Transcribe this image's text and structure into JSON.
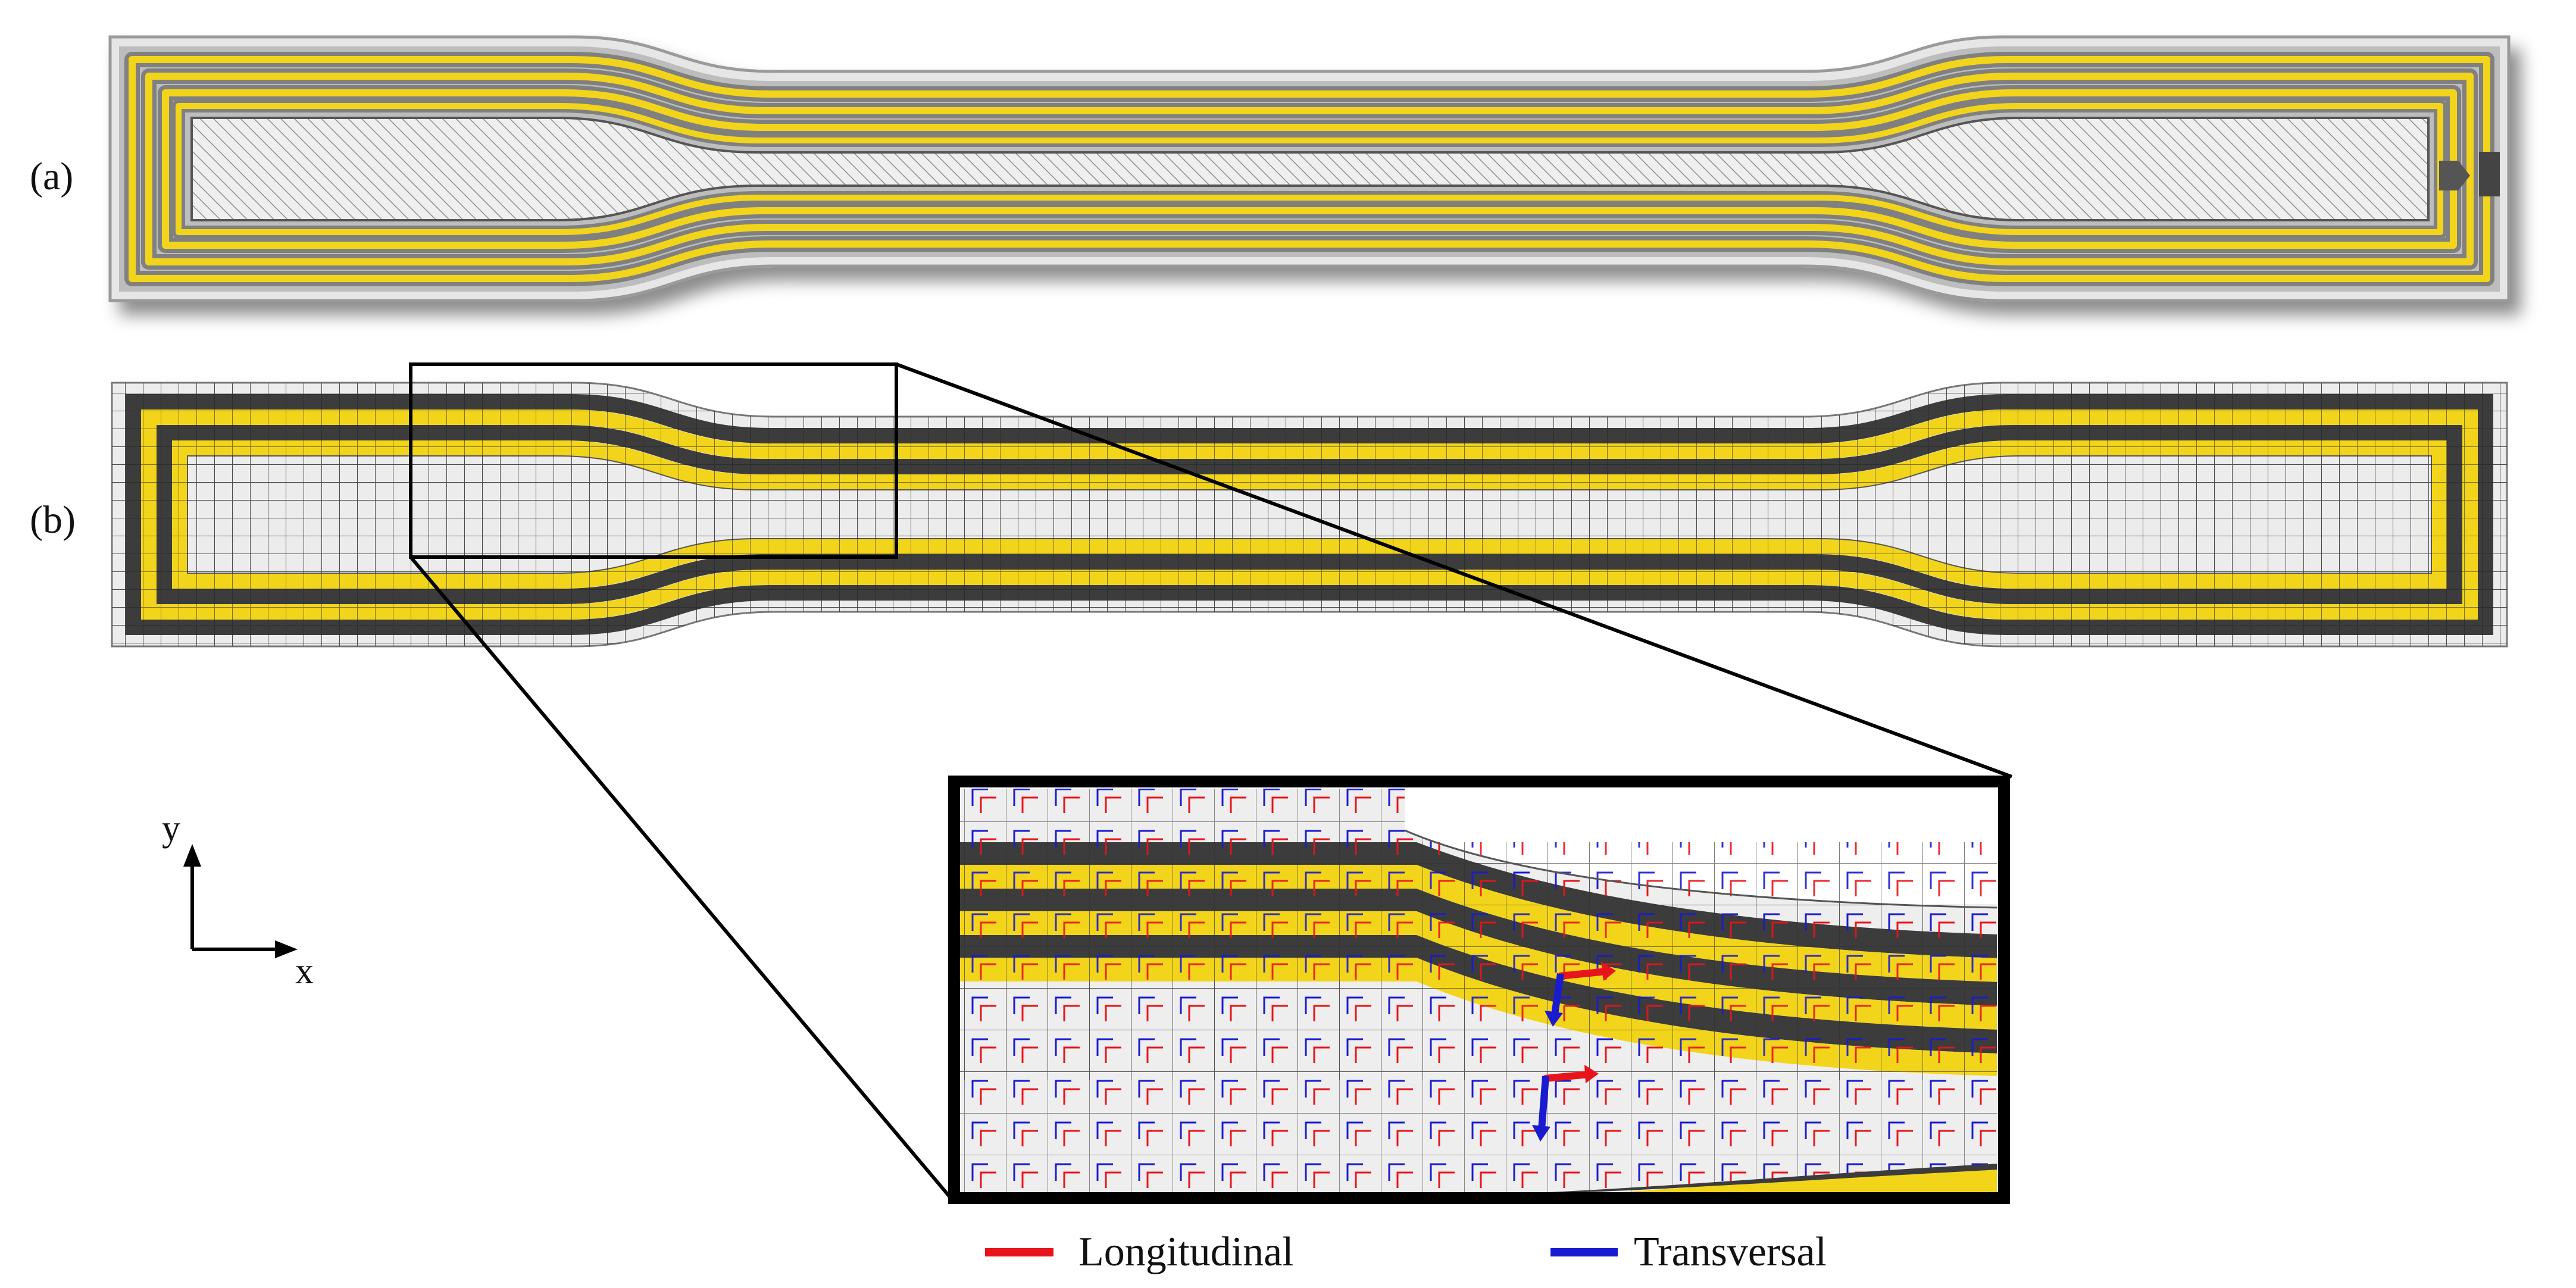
{
  "panels": [
    {
      "label": "(a)"
    },
    {
      "label": "(b)"
    }
  ],
  "axes": {
    "y_label": "y",
    "x_label": "x"
  },
  "legend": [
    {
      "label": "Longitudinal",
      "color": "#e8141b"
    },
    {
      "label": "Transversal",
      "color": "#1a1ad0"
    }
  ],
  "colors": {
    "yellow": "#f2d51b",
    "dark_bead": "#3c3c3c",
    "gray_bead": "#7c7c7c",
    "infill": "#ececec",
    "mesh_line": "#6a6a6a",
    "frame": "#000000"
  }
}
